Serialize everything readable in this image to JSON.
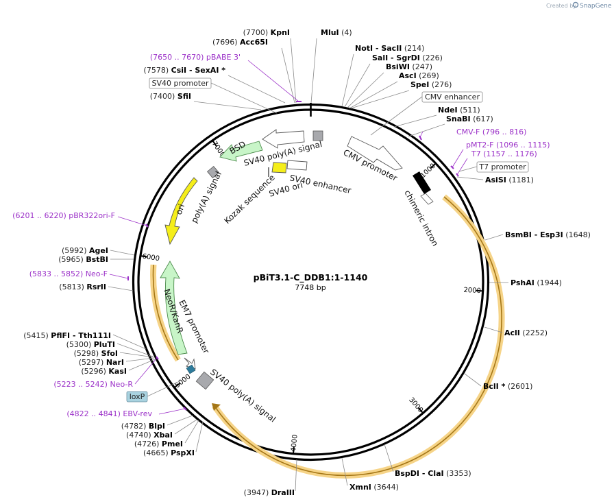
{
  "credit": {
    "text": "Created by",
    "brand": "SnapGene"
  },
  "center": {
    "name": "pBiT3.1-C_DDB1:1-1140",
    "length": "7748 bp",
    "total_bp": 7748
  },
  "colors": {
    "primer": "#9b30c8",
    "ori": "#f5ee1a",
    "resistance": "#c8f5c8",
    "orf": "#f0ad3c",
    "promoter": "#ffffff",
    "terminator": "#a8a9ad",
    "loxp": "#a9d3e0"
  },
  "ticks": [
    "1000",
    "2000",
    "3000",
    "4000",
    "5000",
    "6000",
    "7000"
  ],
  "sites": [
    {
      "name": "KpnI",
      "pos": "(7700)",
      "side": "left"
    },
    {
      "name": "Acc65I",
      "pos": "(7696)",
      "side": "left"
    },
    {
      "name": "MluI",
      "pos": "(4)",
      "side": "right"
    },
    {
      "name": "NotI  -  SacII",
      "pos": "(214)",
      "side": "right"
    },
    {
      "name": "SalI  -  SgrDI",
      "pos": "(226)",
      "side": "right"
    },
    {
      "name": "BsiWI",
      "pos": "(247)",
      "side": "right"
    },
    {
      "name": "AscI",
      "pos": "(269)",
      "side": "right"
    },
    {
      "name": "SpeI",
      "pos": "(276)",
      "side": "right"
    },
    {
      "name": "CsiI  -  SexAI *",
      "pos": "(7578)",
      "side": "left"
    },
    {
      "name": "SfiI",
      "pos": "(7400)",
      "side": "left"
    },
    {
      "name": "NdeI",
      "pos": "(511)",
      "side": "right"
    },
    {
      "name": "SnaBI",
      "pos": "(617)",
      "side": "right"
    },
    {
      "name": "AsiSI",
      "pos": "(1181)",
      "side": "right"
    },
    {
      "name": "BsmBI  -  Esp3I",
      "pos": "(1648)",
      "side": "right"
    },
    {
      "name": "PshAI",
      "pos": "(1944)",
      "side": "right"
    },
    {
      "name": "AclI",
      "pos": "(2252)",
      "side": "right"
    },
    {
      "name": "BclI *",
      "pos": "(2601)",
      "side": "right"
    },
    {
      "name": "BspDI  -  ClaI",
      "pos": "(3353)",
      "side": "right"
    },
    {
      "name": "XmnI",
      "pos": "(3644)",
      "side": "right"
    },
    {
      "name": "DraIII",
      "pos": "(3947)",
      "side": "left"
    },
    {
      "name": "PspXI",
      "pos": "(4665)",
      "side": "left"
    },
    {
      "name": "PmeI",
      "pos": "(4726)",
      "side": "left"
    },
    {
      "name": "XbaI",
      "pos": "(4740)",
      "side": "left"
    },
    {
      "name": "BlpI",
      "pos": "(4782)",
      "side": "left"
    },
    {
      "name": "KasI",
      "pos": "(5296)",
      "side": "left"
    },
    {
      "name": "NarI",
      "pos": "(5297)",
      "side": "left"
    },
    {
      "name": "SfoI",
      "pos": "(5298)",
      "side": "left"
    },
    {
      "name": "PluTI",
      "pos": "(5300)",
      "side": "left"
    },
    {
      "name": "PflFI  -  Tth111I",
      "pos": "(5415)",
      "side": "left"
    },
    {
      "name": "RsrII",
      "pos": "(5813)",
      "side": "left"
    },
    {
      "name": "BstBI",
      "pos": "(5965)",
      "side": "left"
    },
    {
      "name": "AgeI",
      "pos": "(5992)",
      "side": "left"
    }
  ],
  "primers": [
    {
      "name": "pBABE 3'",
      "range": "(7650 .. 7670)"
    },
    {
      "name": "CMV-F",
      "range": "(796 .. 816)"
    },
    {
      "name": "pMT2-F",
      "range": "(1096 .. 1115)"
    },
    {
      "name": "T7",
      "range": "(1157 .. 1176)"
    },
    {
      "name": "pBR322ori-F",
      "range": "(6201 .. 6220)"
    },
    {
      "name": "Neo-F",
      "range": "(5833 .. 5852)"
    },
    {
      "name": "Neo-R",
      "range": "(5223 .. 5242)"
    },
    {
      "name": "EBV-rev",
      "range": "(4822 .. 4841)"
    }
  ],
  "boxed_features": [
    {
      "name": "SV40 promoter"
    },
    {
      "name": "CMV enhancer"
    },
    {
      "name": "T7 promoter"
    },
    {
      "name": "loxP"
    }
  ],
  "features": [
    {
      "name": "BSD",
      "kind": "resistance"
    },
    {
      "name": "SV40 poly(A) signal",
      "kind": "terminator"
    },
    {
      "name": "CMV promoter",
      "kind": "promoter"
    },
    {
      "name": "SV40 enhancer",
      "kind": "enhancer"
    },
    {
      "name": "Kozak sequence",
      "kind": "misc"
    },
    {
      "name": "SV40 ori",
      "kind": "ori"
    },
    {
      "name": "poly(A) signal",
      "kind": "terminator"
    },
    {
      "name": "ori",
      "kind": "ori"
    },
    {
      "name": "chimeric intron",
      "kind": "intron"
    },
    {
      "name": "NeoR/KanR",
      "kind": "resistance"
    },
    {
      "name": "EM7 promoter",
      "kind": "promoter"
    },
    {
      "name": "SV40 poly(A) signal",
      "kind": "terminator"
    }
  ]
}
